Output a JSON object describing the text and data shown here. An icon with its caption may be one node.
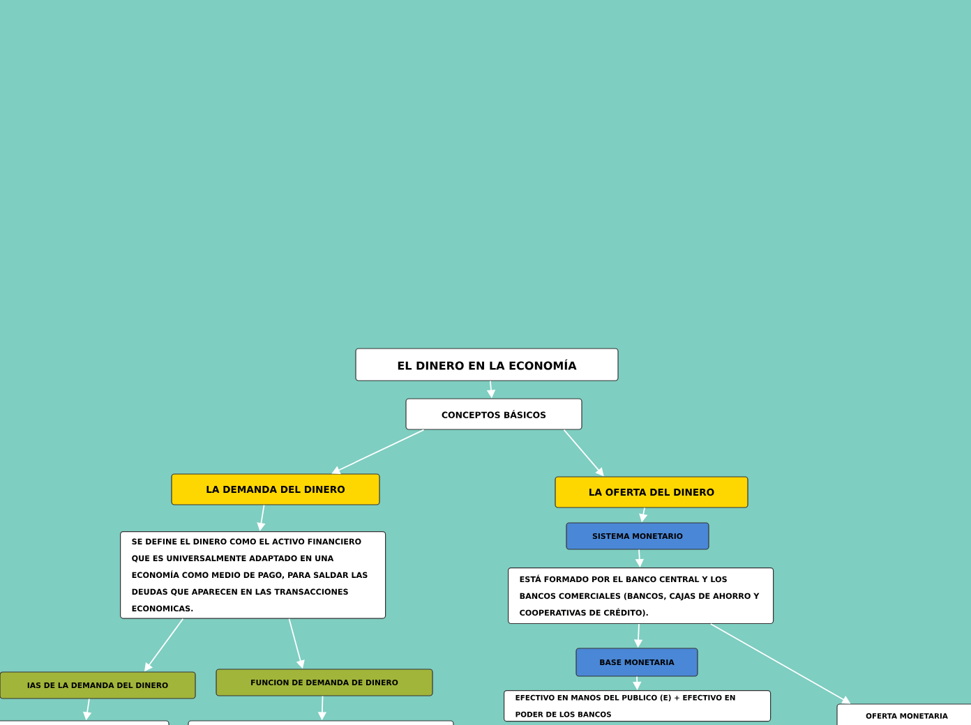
{
  "diagram": {
    "nodes": [
      {
        "text": [
          "EL DINERO EN LA ECONOMÍA"
        ]
      },
      {
        "text": [
          "CONCEPTOS BÁSICOS"
        ]
      },
      {
        "text": [
          "LA DEMANDA DEL DINERO"
        ]
      },
      {
        "text": [
          "SE DEFINE EL DINERO COMO EL ACTIVO FINANCIERO QUE ES UNIVERSALMENTE ADAPTADO EN UNA ECONOMÍA COMO MEDIO DE PAGO, PARA SALDAR LAS DEUDAS QUE APARECEN EN LAS TRANSACCIONES ECONOMICAS."
        ]
      },
      {
        "text": [
          "IAS DE LA DEMANDA DEL DINERO"
        ]
      },
      {
        "text": [
          "FUNCION DE DEMANDA DE DINERO"
        ]
      },
      {
        "text": [],
        "shape": "box"
      },
      {
        "text": [],
        "shape": "box"
      },
      {
        "text": [
          "LA OFERTA DEL DINERO"
        ]
      },
      {
        "text": [
          "SISTEMA MONETARIO"
        ]
      },
      {
        "text": [
          "ESTÁ FORMADO POR EL BANCO CENTRAL Y LOS BANCOS COMERCIALES (BANCOS, CAJAS DE AHORRO Y COOPERATIVAS DE CRÉDITO)."
        ]
      },
      {
        "text": [
          "BASE MONETARIA"
        ]
      },
      {
        "text": [
          "EFECTIVO EN MANOS DEL PUBLICO (E) + EFECTIVO EN PODER DE LOS BANCOS"
        ]
      },
      {
        "text": [
          "OFERTA MONETARIA"
        ]
      }
    ],
    "edges": [
      {
        "from": 0,
        "to": 1,
        "arrow": "to"
      },
      {
        "from": 1,
        "to": 2,
        "arrow": "to"
      },
      {
        "from": 1,
        "to": 8,
        "arrow": "to"
      },
      {
        "from": 2,
        "to": 3,
        "arrow": "to"
      },
      {
        "from": 3,
        "to": 4,
        "arrow": "to"
      },
      {
        "from": 3,
        "to": 5,
        "arrow": "to"
      },
      {
        "from": 4,
        "to": 6,
        "arrow": "to"
      },
      {
        "from": 5,
        "to": 7,
        "arrow": "to"
      },
      {
        "from": 8,
        "to": 9,
        "arrow": "to"
      },
      {
        "from": 9,
        "to": 10,
        "arrow": "to"
      },
      {
        "from": 10,
        "to": 11,
        "arrow": "to"
      },
      {
        "from": 11,
        "to": 12,
        "arrow": "to"
      },
      {
        "from": 10,
        "to": 13,
        "arrow": "to"
      }
    ]
  }
}
